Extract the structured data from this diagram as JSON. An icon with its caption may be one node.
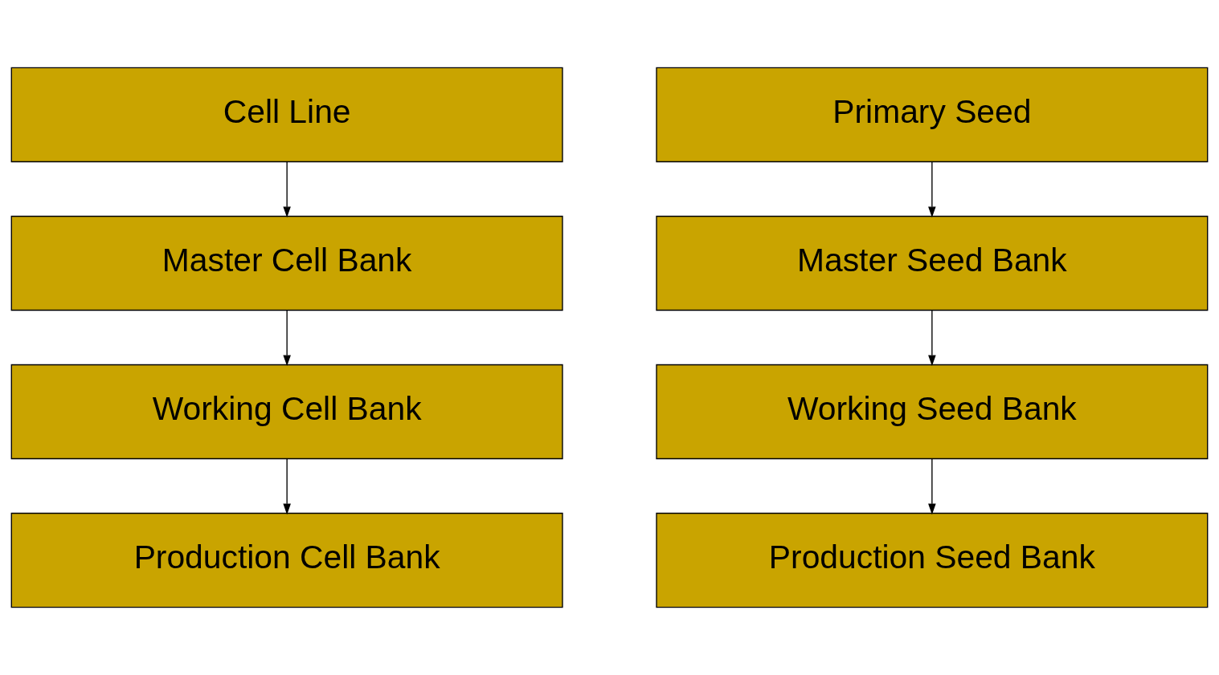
{
  "diagram": {
    "nodes": [
      {
        "text": [
          "Cell Line"
        ]
      },
      {
        "text": [
          "Master Cell Bank"
        ]
      },
      {
        "text": [
          "Working Cell Bank"
        ]
      },
      {
        "text": [
          "Production Cell Bank"
        ]
      },
      {
        "text": [
          "Primary Seed"
        ]
      },
      {
        "text": [
          "Master Seed Bank"
        ]
      },
      {
        "text": [
          "Working Seed Bank"
        ]
      },
      {
        "text": [
          "Production Seed Bank"
        ]
      }
    ],
    "edges": [
      {
        "from": 0,
        "to": 1,
        "arrow": "to"
      },
      {
        "from": 1,
        "to": 2,
        "arrow": "to"
      },
      {
        "from": 2,
        "to": 3,
        "arrow": "to"
      },
      {
        "from": 4,
        "to": 5,
        "arrow": "to"
      },
      {
        "from": 5,
        "to": 6,
        "arrow": "to"
      },
      {
        "from": 6,
        "to": 7,
        "arrow": "to"
      }
    ]
  }
}
